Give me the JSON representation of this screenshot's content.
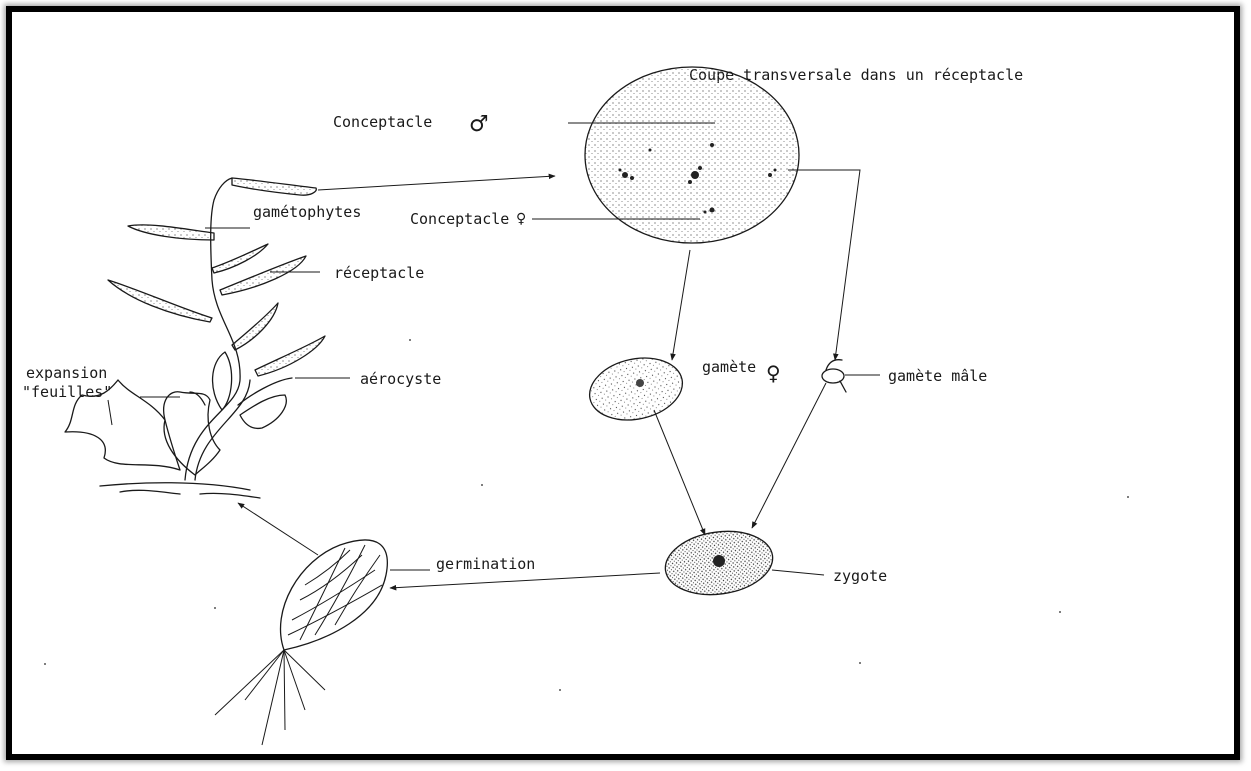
{
  "title": "Coupe transversale dans un réceptacle",
  "labels": {
    "conceptacle_male": "Conceptacle",
    "male_symbol": "♂",
    "conceptacle_female": "Conceptacle",
    "female_symbol": "♀",
    "gametophytes": "gamétophytes",
    "receptacle": "réceptacle",
    "expansion_line1": "expansion",
    "expansion_line2": "\"feuilles\"",
    "aerocyste": "aérocyste",
    "gamete_female": "gamète",
    "gamete_male": "gamète mâle",
    "germination": "germination",
    "zygote": "zygote"
  },
  "colors": {
    "ink": "#1a1a1a",
    "border": "#000000",
    "background": "#ffffff"
  }
}
